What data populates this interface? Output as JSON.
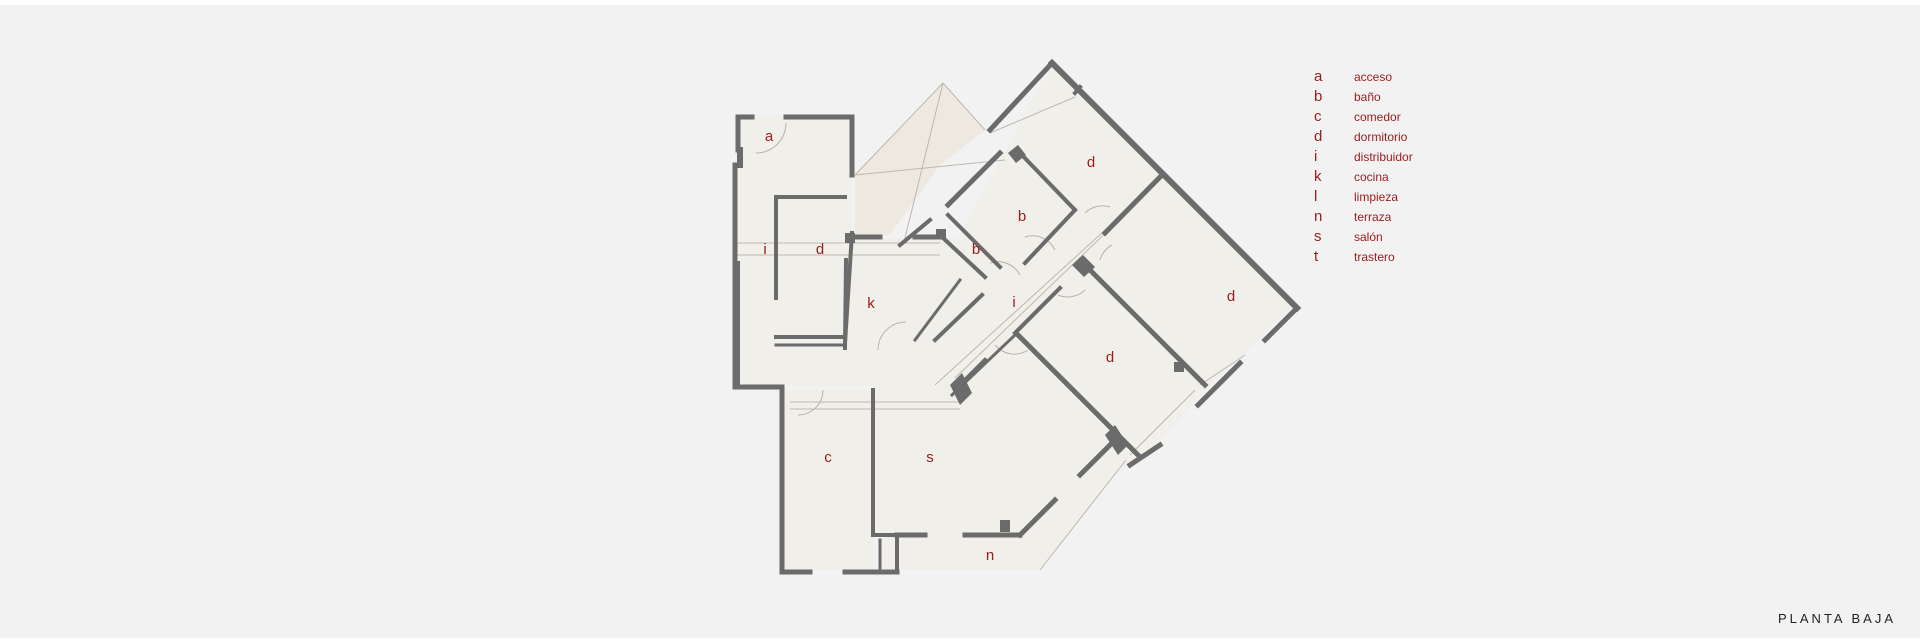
{
  "plan": {
    "title": "PLANTA BAJA",
    "label_color": "#9b1b1b",
    "wall_color": "#6b6b6b",
    "floor_color": "#f1efe9",
    "background_color": "#f2f2f2",
    "room_labels": {
      "a": "a",
      "i_west": "i",
      "d_west": "d",
      "k": "k",
      "b_lower": "b",
      "b_upper": "b",
      "i_corridor": "i",
      "d_north": "d",
      "d_east": "d",
      "d_center": "d",
      "c": "c",
      "s": "s",
      "n": "n"
    }
  },
  "legend": [
    {
      "code": "a",
      "name": "acceso"
    },
    {
      "code": "b",
      "name": "baño"
    },
    {
      "code": "c",
      "name": "comedor"
    },
    {
      "code": "d",
      "name": "dormitorio"
    },
    {
      "code": "i",
      "name": "distribuidor"
    },
    {
      "code": "k",
      "name": "cocina"
    },
    {
      "code": "l",
      "name": "limpieza"
    },
    {
      "code": "n",
      "name": "terraza"
    },
    {
      "code": "s",
      "name": "salón"
    },
    {
      "code": "t",
      "name": "trastero"
    }
  ]
}
